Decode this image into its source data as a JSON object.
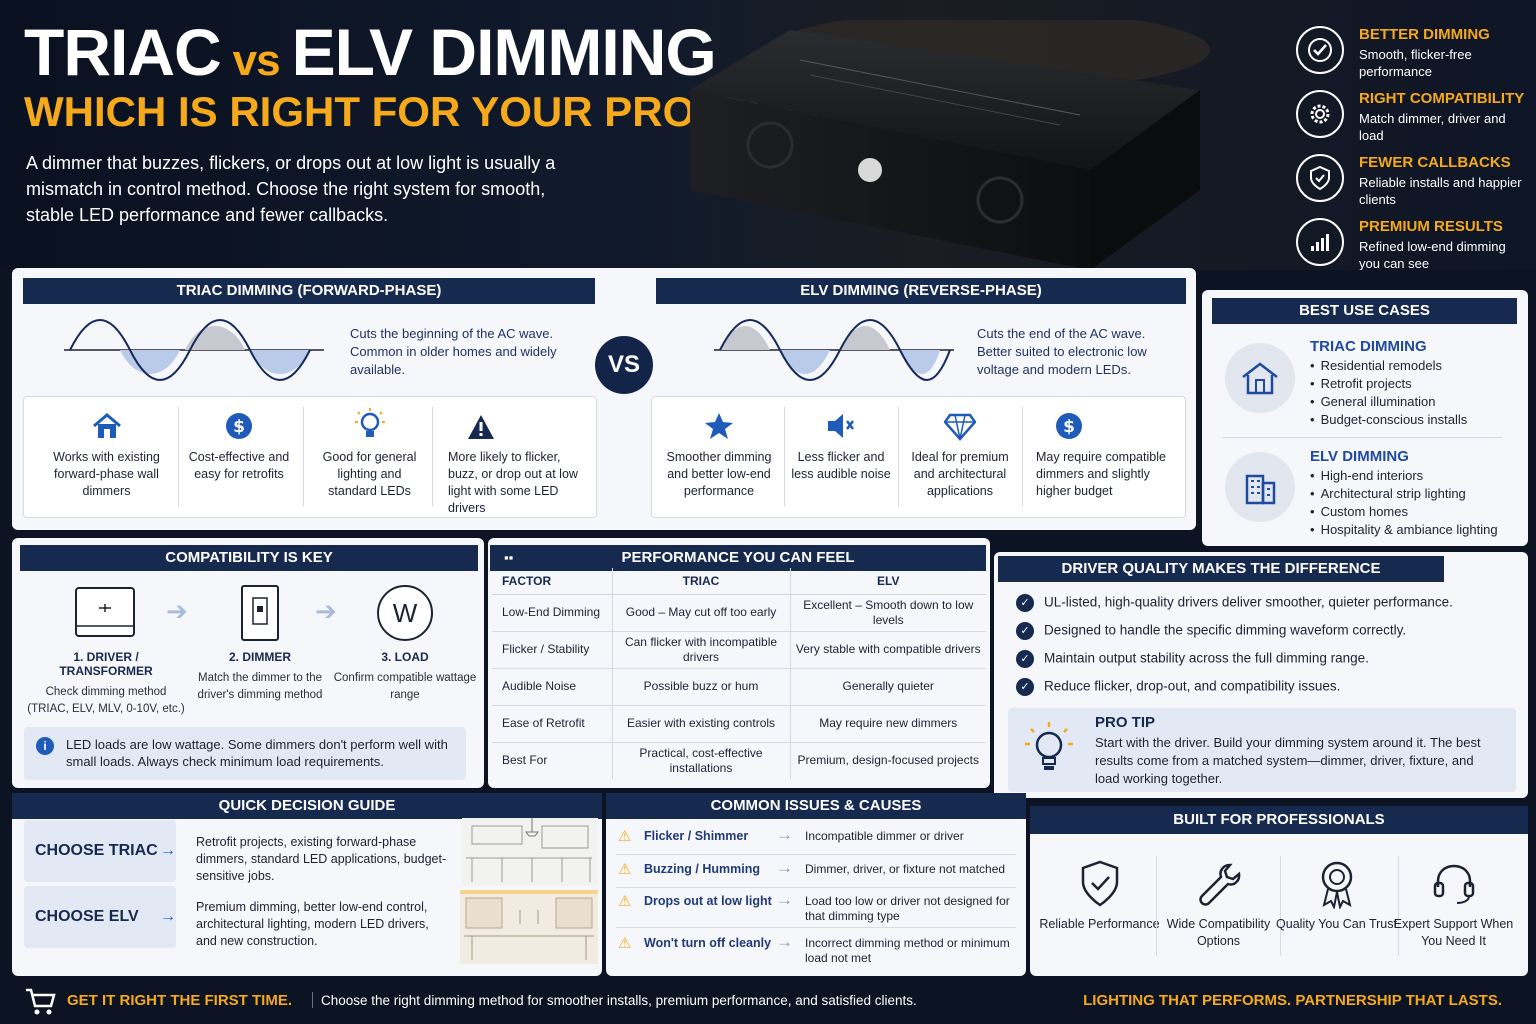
{
  "hero": {
    "title_a": "TRIAC",
    "title_vs": "vs",
    "title_b": "ELV DIMMING",
    "subtitle": "WHICH IS RIGHT FOR YOUR PROJECT?",
    "intro": "A dimmer that buzzes, flickers, or drops out at low light is usually a mismatch in control method. Choose the right system for smooth, stable LED performance and fewer callbacks."
  },
  "benefits": [
    {
      "title": "BETTER DIMMING",
      "desc": "Smooth, flicker-free performance",
      "icon": "check-icon"
    },
    {
      "title": "RIGHT COMPATIBILITY",
      "desc": "Match dimmer, driver and load",
      "icon": "gear-icon"
    },
    {
      "title": "FEWER CALLBACKS",
      "desc": "Reliable installs and happier clients",
      "icon": "shield-icon"
    },
    {
      "title": "PREMIUM RESULTS",
      "desc": "Refined low-end dimming you can see",
      "icon": "bar-chart-icon"
    }
  ],
  "triac": {
    "header": "TRIAC DIMMING (FORWARD-PHASE)",
    "wave_text": "Cuts the beginning of the AC wave. Common in older homes and widely available.",
    "features": [
      {
        "text": "Works with existing forward-phase wall dimmers",
        "icon": "home-icon"
      },
      {
        "text": "Cost-effective and easy for retrofits",
        "icon": "dollar-icon"
      },
      {
        "text": "Good for general lighting and standard LEDs",
        "icon": "bulb-icon"
      },
      {
        "text": "More likely to flicker, buzz, or drop out at low light with some LED drivers",
        "icon": "warning-icon"
      }
    ]
  },
  "vs_label": "VS",
  "elv": {
    "header": "ELV DIMMING (REVERSE-PHASE)",
    "wave_text": "Cuts the end of the AC wave. Better suited to electronic low voltage and modern LEDs.",
    "features": [
      {
        "text": "Smoother dimming and better low-end performance",
        "icon": "star-icon"
      },
      {
        "text": "Less flicker and less audible noise",
        "icon": "speaker-icon"
      },
      {
        "text": "Ideal for premium and architectural applications",
        "icon": "diamond-icon"
      },
      {
        "text": "May require compatible dimmers and slightly higher budget",
        "icon": "dollar-icon"
      }
    ]
  },
  "use_cases": {
    "header": "BEST USE CASES",
    "triac_title": "TRIAC DIMMING",
    "triac_items": [
      "Residential remodels",
      "Retrofit projects",
      "General illumination",
      "Budget-conscious installs"
    ],
    "elv_title": "ELV DIMMING",
    "elv_items": [
      "High-end interiors",
      "Architectural strip lighting",
      "Custom homes",
      "Hospitality & ambiance lighting"
    ]
  },
  "compat": {
    "header": "COMPATIBILITY IS KEY",
    "steps": [
      {
        "label": "1. DRIVER / TRANSFORMER",
        "desc": "Check dimming method (TRIAC, ELV, MLV, 0-10V, etc.)"
      },
      {
        "label": "2. DIMMER",
        "desc": "Match the dimmer to the driver's dimming method"
      },
      {
        "label": "3. LOAD",
        "desc": "Confirm compatible wattage range"
      }
    ],
    "load_symbol": "W",
    "note": "LED loads are low wattage. Some dimmers don't perform well with small loads. Always check minimum load requirements."
  },
  "performance": {
    "header": "PERFORMANCE YOU CAN FEEL",
    "columns": [
      "FACTOR",
      "TRIAC",
      "ELV"
    ],
    "rows": [
      [
        "Low-End Dimming",
        "Good – May cut off too early",
        "Excellent – Smooth down to low levels"
      ],
      [
        "Flicker / Stability",
        "Can flicker with incompatible drivers",
        "Very stable with compatible drivers"
      ],
      [
        "Audible Noise",
        "Possible buzz or hum",
        "Generally quieter"
      ],
      [
        "Ease of Retrofit",
        "Easier with existing controls",
        "May require new dimmers"
      ],
      [
        "Best For",
        "Practical, cost-effective installations",
        "Premium, design-focused projects"
      ]
    ]
  },
  "driver_quality": {
    "header": "DRIVER QUALITY MAKES THE DIFFERENCE",
    "items": [
      "UL-listed, high-quality drivers deliver smoother, quieter performance.",
      "Designed to handle the specific dimming waveform correctly.",
      "Maintain output stability across the full dimming range.",
      "Reduce flicker, drop-out, and compatibility issues."
    ],
    "pro_tip_title": "PRO TIP",
    "pro_tip_text": "Start with the driver. Build your dimming system around it. The best results come from a matched system—dimmer, driver, fixture, and load working together."
  },
  "quick_guide": {
    "header": "QUICK DECISION GUIDE",
    "triac_label": "CHOOSE TRIAC",
    "triac_desc": "Retrofit projects, existing forward-phase dimmers, standard LED applications, budget-sensitive jobs.",
    "elv_label": "CHOOSE ELV",
    "elv_desc": "Premium dimming, better low-end control, architectural lighting, modern LED drivers, and new construction."
  },
  "issues": {
    "header": "COMMON ISSUES & CAUSES",
    "rows": [
      {
        "issue": "Flicker / Shimmer",
        "cause": "Incompatible dimmer or driver"
      },
      {
        "issue": "Buzzing / Humming",
        "cause": "Dimmer, driver, or fixture not matched"
      },
      {
        "issue": "Drops out at low light",
        "cause": "Load too low or driver not designed for that dimming type"
      },
      {
        "issue": "Won't turn off cleanly",
        "cause": "Incorrect dimming method or minimum load not met"
      }
    ]
  },
  "professionals": {
    "header": "BUILT FOR PROFESSIONALS",
    "items": [
      {
        "label": "Reliable Performance",
        "icon": "shield-check-icon"
      },
      {
        "label": "Wide Compatibility Options",
        "icon": "wrench-icon"
      },
      {
        "label": "Quality You Can Trust",
        "icon": "award-icon"
      },
      {
        "label": "Expert Support When You Need It",
        "icon": "headset-icon"
      }
    ]
  },
  "footer": {
    "left_bold": "GET IT RIGHT THE FIRST TIME.",
    "left_text": "Choose the right dimming method for smoother installs, premium performance, and satisfied clients.",
    "right": "LIGHTING THAT PERFORMS. PARTNERSHIP THAT LASTS."
  },
  "colors": {
    "accent": "#f5a91b",
    "navy": "#16294f",
    "link_blue": "#1f4aa0"
  }
}
